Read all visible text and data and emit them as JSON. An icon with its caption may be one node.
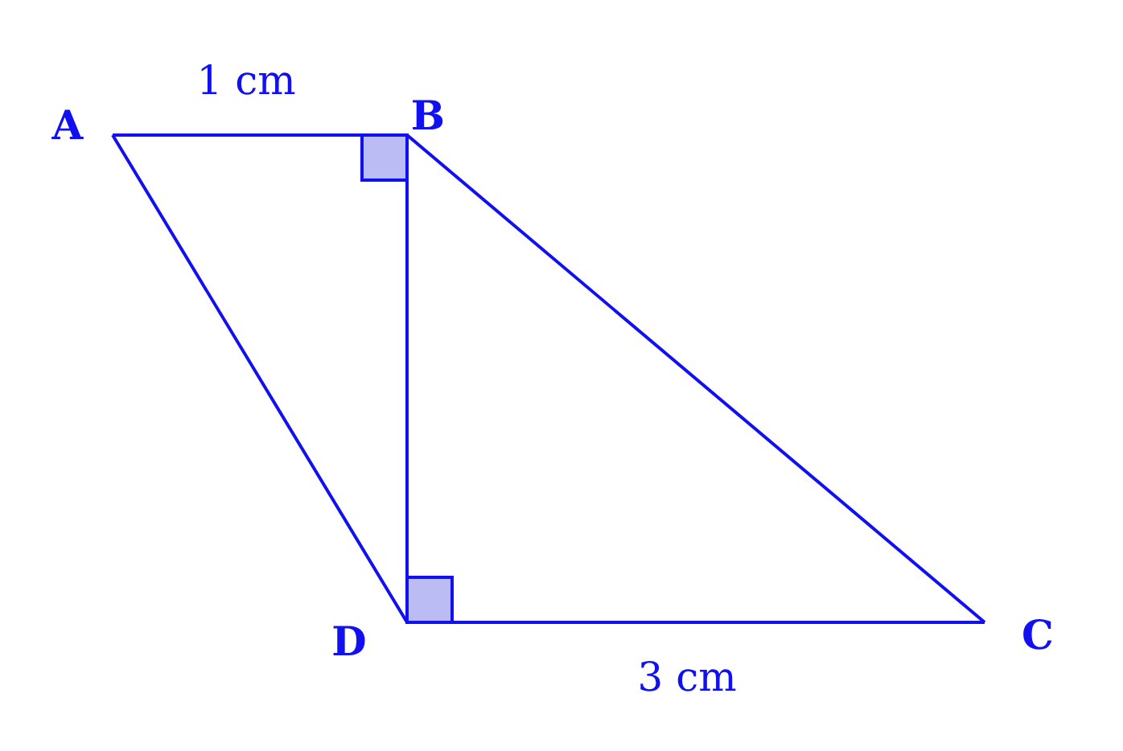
{
  "diagram": {
    "labels": [
      "1 cm",
      "A",
      "B",
      "C",
      "D",
      "3 cm"
    ]
  }
}
